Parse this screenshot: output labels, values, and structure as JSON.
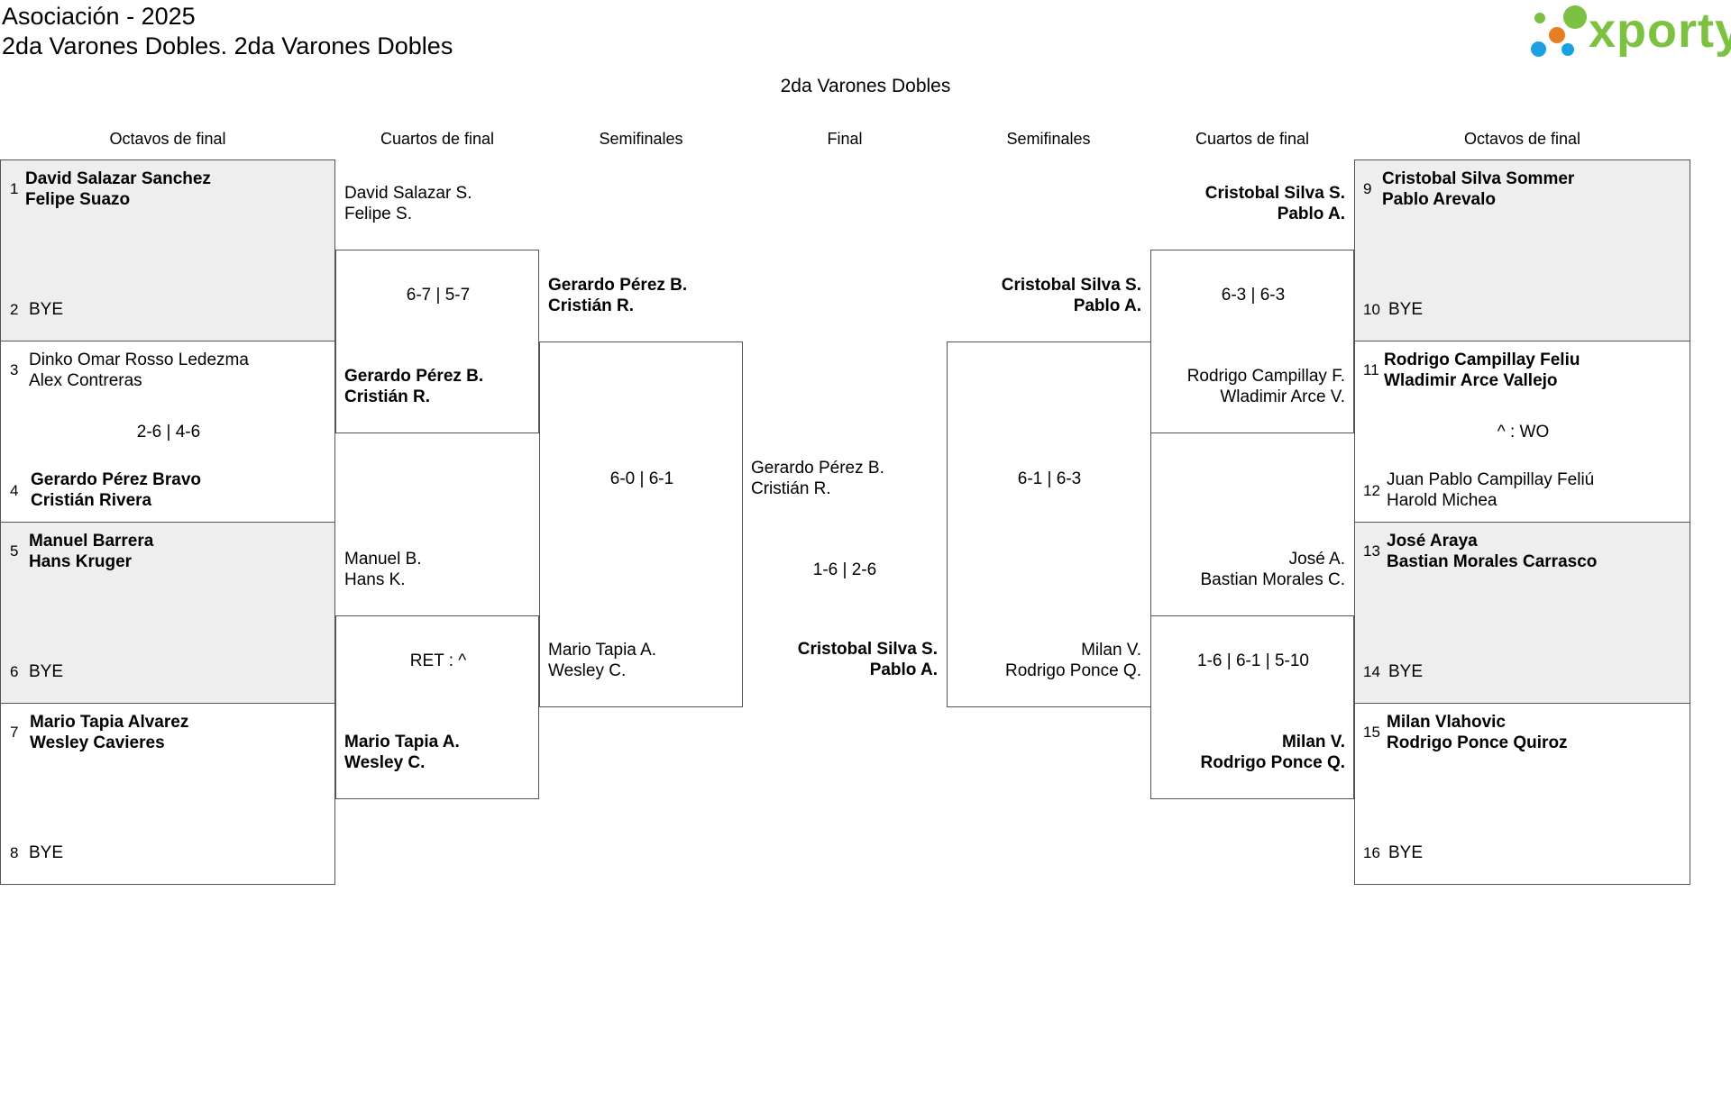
{
  "header": {
    "association": "Asociación - 2025",
    "category": "2da Varones Dobles. 2da Varones Dobles",
    "draw_name": "2da Varones Dobles"
  },
  "logo": {
    "text": "xporty",
    "colors": [
      "#7cc142",
      "#e67e22",
      "#1ba1e2"
    ]
  },
  "rounds": {
    "octavos": "Octavos de final",
    "cuartos": "Cuartos de final",
    "semis": "Semifinales",
    "final": "Final"
  },
  "left_r16": [
    {
      "seed_a": "1",
      "a1": "David Salazar Sanchez",
      "a2": "Felipe Suazo",
      "seed_b": "2",
      "b": "BYE",
      "score": ""
    },
    {
      "seed_a": "3",
      "a1": "Dinko Omar Rosso Ledezma",
      "a2": "Alex Contreras",
      "seed_b": "4",
      "b1": "Gerardo Pérez Bravo",
      "b2": "Cristián Rivera",
      "score": "2-6 | 4-6"
    },
    {
      "seed_a": "5",
      "a1": "Manuel Barrera",
      "a2": "Hans Kruger",
      "seed_b": "6",
      "b": "BYE",
      "score": ""
    },
    {
      "seed_a": "7",
      "a1": "Mario Tapia Alvarez",
      "a2": "Wesley Cavieres",
      "seed_b": "8",
      "b": "BYE",
      "score": ""
    }
  ],
  "left_qf": [
    {
      "a1": "David Salazar S.",
      "a2": "Felipe S.",
      "b1": "Gerardo Pérez B.",
      "b2": "Cristián R.",
      "score": "6-7 | 5-7"
    },
    {
      "a1": "Manuel B.",
      "a2": "Hans K.",
      "b1": "Mario Tapia A.",
      "b2": "Wesley C.",
      "score": "RET : ^"
    }
  ],
  "left_sf": {
    "a1": "Gerardo Pérez B.",
    "a2": "Cristián R.",
    "b1": "Mario Tapia A.",
    "b2": "Wesley C.",
    "score": "6-0 | 6-1"
  },
  "final": {
    "a1": "Gerardo Pérez B.",
    "a2": "Cristián R.",
    "b1": "Cristobal Silva S.",
    "b2": "Pablo A.",
    "score": "1-6 | 2-6"
  },
  "right_sf": {
    "a1": "Cristobal Silva S.",
    "a2": "Pablo A.",
    "b1": "Milan V.",
    "b2": "Rodrigo Ponce Q.",
    "score": "6-1 | 6-3"
  },
  "right_qf": [
    {
      "a1": "Cristobal Silva S.",
      "a2": "Pablo A.",
      "b1": "Rodrigo Campillay F.",
      "b2": "Wladimir Arce V.",
      "score": "6-3 | 6-3"
    },
    {
      "a1": "José A.",
      "a2": "Bastian Morales C.",
      "b1": "Milan V.",
      "b2": "Rodrigo Ponce Q.",
      "score": "1-6 | 6-1 | 5-10"
    }
  ],
  "right_r16": [
    {
      "seed_a": "9",
      "a1": "Cristobal Silva Sommer",
      "a2": "Pablo Arevalo",
      "seed_b": "10",
      "b": "BYE",
      "score": ""
    },
    {
      "seed_a": "11",
      "a1": "Rodrigo Campillay Feliu",
      "a2": "Wladimir Arce Vallejo",
      "seed_b": "12",
      "b1": "Juan Pablo Campillay Feliú",
      "b2": "Harold Michea",
      "score": "^ : WO"
    },
    {
      "seed_a": "13",
      "a1": "José Araya",
      "a2": "Bastian Morales Carrasco",
      "seed_b": "14",
      "b": "BYE",
      "score": ""
    },
    {
      "seed_a": "15",
      "a1": "Milan Vlahovic",
      "a2": "Rodrigo Ponce Quiroz",
      "seed_b": "16",
      "b": "BYE",
      "score": ""
    }
  ]
}
